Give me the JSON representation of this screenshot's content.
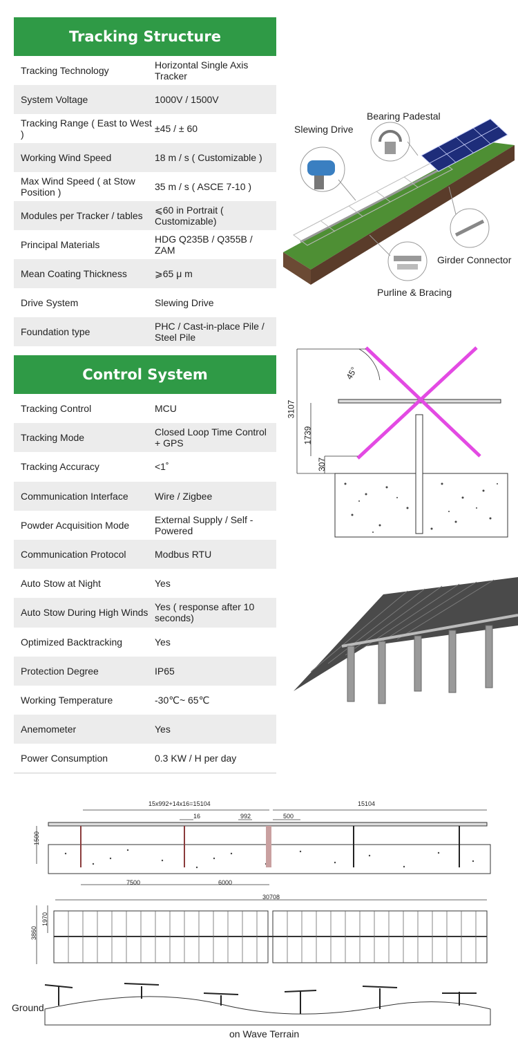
{
  "tracking_structure": {
    "title": "Tracking Structure",
    "rows": [
      {
        "key": "Tracking Technology",
        "value": "Horizontal Single Axis Tracker"
      },
      {
        "key": "System Voltage",
        "value": "1000V / 1500V"
      },
      {
        "key": "Tracking Range ( East to West )",
        "value": "±45 / ± 60"
      },
      {
        "key": "Working Wind Speed",
        "value": "18 m / s ( Customizable )"
      },
      {
        "key": "Max Wind Speed ( at Stow Position )",
        "value": "35 m / s ( ASCE 7-10 )"
      },
      {
        "key": "Modules per Tracker / tables",
        "value": "⩽60 in Portrait ( Customizable)"
      },
      {
        "key": "Principal Materials",
        "value": "HDG Q235B / Q355B / ZAM"
      },
      {
        "key": "Mean Coating Thickness",
        "value": "⩾65 μ m"
      },
      {
        "key": "Drive System",
        "value": "Slewing Drive"
      },
      {
        "key": "Foundation type",
        "value": "PHC / Cast-in-place Pile / Steel Pile"
      }
    ]
  },
  "control_system": {
    "title": "Control System",
    "rows": [
      {
        "key": "Tracking Control",
        "value": "MCU"
      },
      {
        "key": "Tracking Mode",
        "value": "Closed Loop Time Control + GPS"
      },
      {
        "key": "Tracking Accuracy",
        "value": "<1˚"
      },
      {
        "key": "Communication Interface",
        "value": "Wire / Zigbee"
      },
      {
        "key": "Powder Acquisition Mode",
        "value": "External Supply / Self -Powered"
      },
      {
        "key": "Communication Protocol",
        "value": "Modbus RTU"
      },
      {
        "key": "Auto Stow at Night",
        "value": "Yes"
      },
      {
        "key": "Auto Stow During High Winds",
        "value": "Yes ( response after 10 seconds)"
      },
      {
        "key": "Optimized Backtracking",
        "value": "Yes"
      },
      {
        "key": "Protection Degree",
        "value": "IP65"
      },
      {
        "key": "Working Temperature",
        "value": "-30℃~ 65℃"
      },
      {
        "key": "Anemometer",
        "value": "Yes"
      },
      {
        "key": "Power Consumption",
        "value": "0.3 KW / H per day"
      }
    ]
  },
  "diagram_labels": {
    "bearing": "Bearing Padestal",
    "slewing": "Slewing Drive",
    "girder": "Girder Connector",
    "purline": "Purline & Bracing"
  },
  "dimension_drawing": {
    "d3107": "3107",
    "d1739": "1739",
    "d307": "307",
    "angle": "45°"
  },
  "layout_drawing": {
    "formula": "15x992+14x16=15104",
    "d16": "16",
    "d992": "992",
    "d500": "500",
    "d15104": "15104",
    "d1500": "1500",
    "d7500": "7500",
    "d6000": "6000",
    "d30708": "30708",
    "d3860": "3860",
    "d1970": "1970"
  },
  "terrain": {
    "ground": "Ground",
    "caption": "on Wave Terrain"
  }
}
